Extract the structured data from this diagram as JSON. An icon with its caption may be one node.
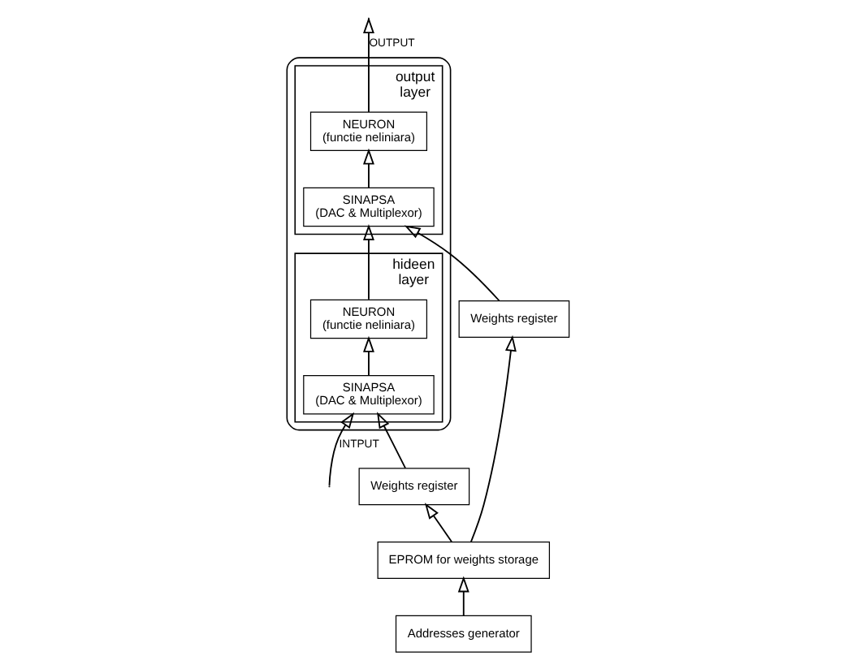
{
  "diagram": {
    "nodes": [
      {
        "text": [
          "EPROM for weights storage"
        ]
      },
      {
        "text": [
          "Addresses generator"
        ]
      },
      {
        "text": [
          "Weights register"
        ]
      },
      {
        "text": [
          "Weights register"
        ]
      },
      {
        "text": [],
        "shape": "box"
      },
      {
        "text": [
          "output layer"
        ],
        "in": 4
      },
      {
        "text": [
          "NEURON",
          "(functie neliniara)"
        ],
        "in": 5
      },
      {
        "text": [
          "SINAPSA",
          "(DAC & Multiplexor)"
        ],
        "in": 5
      },
      {
        "text": [
          "hideen layer"
        ],
        "in": 4
      },
      {
        "text": [
          "NEURON",
          "(functie neliniara)"
        ],
        "in": 8
      },
      {
        "text": [
          "SINAPSA",
          "(DAC & Multiplexor)"
        ],
        "in": 8
      }
    ],
    "edges": [
      {
        "from": 1,
        "to": 0,
        "arrow": "to"
      },
      {
        "from": 0,
        "to": 2,
        "arrow": "to"
      },
      {
        "from": 0,
        "to": 3,
        "arrow": "to"
      },
      {
        "from": 2,
        "to": 7,
        "arrow": "to"
      },
      {
        "from": 3,
        "to": 10,
        "arrow": "to"
      },
      {
        "from": 10,
        "to": 9,
        "arrow": "to"
      },
      {
        "from": 9,
        "to": 7,
        "arrow": "to"
      },
      {
        "from": 7,
        "to": 6,
        "arrow": "to"
      },
      {
        "from": 6,
        "to": null,
        "arrow": "to",
        "label": "OUTPUT"
      },
      {
        "from": null,
        "to": 10,
        "arrow": "to",
        "label": "INTPUT"
      }
    ]
  }
}
